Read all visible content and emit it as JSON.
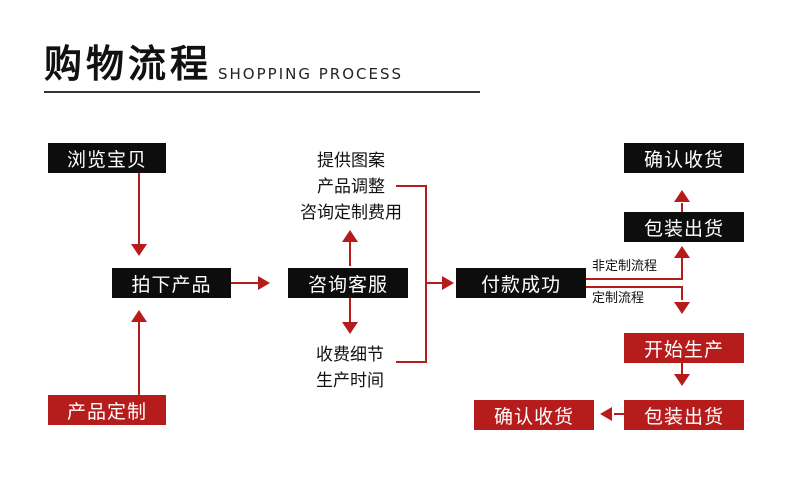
{
  "title": {
    "zh": "购物流程",
    "en": "SHOPPING PROCESS"
  },
  "colors": {
    "accent": "#b71c1c",
    "dark": "#0d0d0d"
  },
  "nodes": {
    "browse": "浏览宝贝",
    "custom_product": "产品定制",
    "order": "拍下产品",
    "consult": "咨询客服",
    "pay": "付款成功",
    "confirm_top": "确认收货",
    "ship_top": "包装出货",
    "start_production": "开始生产",
    "ship_bottom": "包装出货",
    "confirm_bottom": "确认收货"
  },
  "notes": {
    "upper": [
      "提供图案",
      "产品调整",
      "咨询定制费用"
    ],
    "lower": [
      "收费细节",
      "生产时间"
    ]
  },
  "branches": {
    "non_custom": "非定制流程",
    "custom": "定制流程"
  }
}
